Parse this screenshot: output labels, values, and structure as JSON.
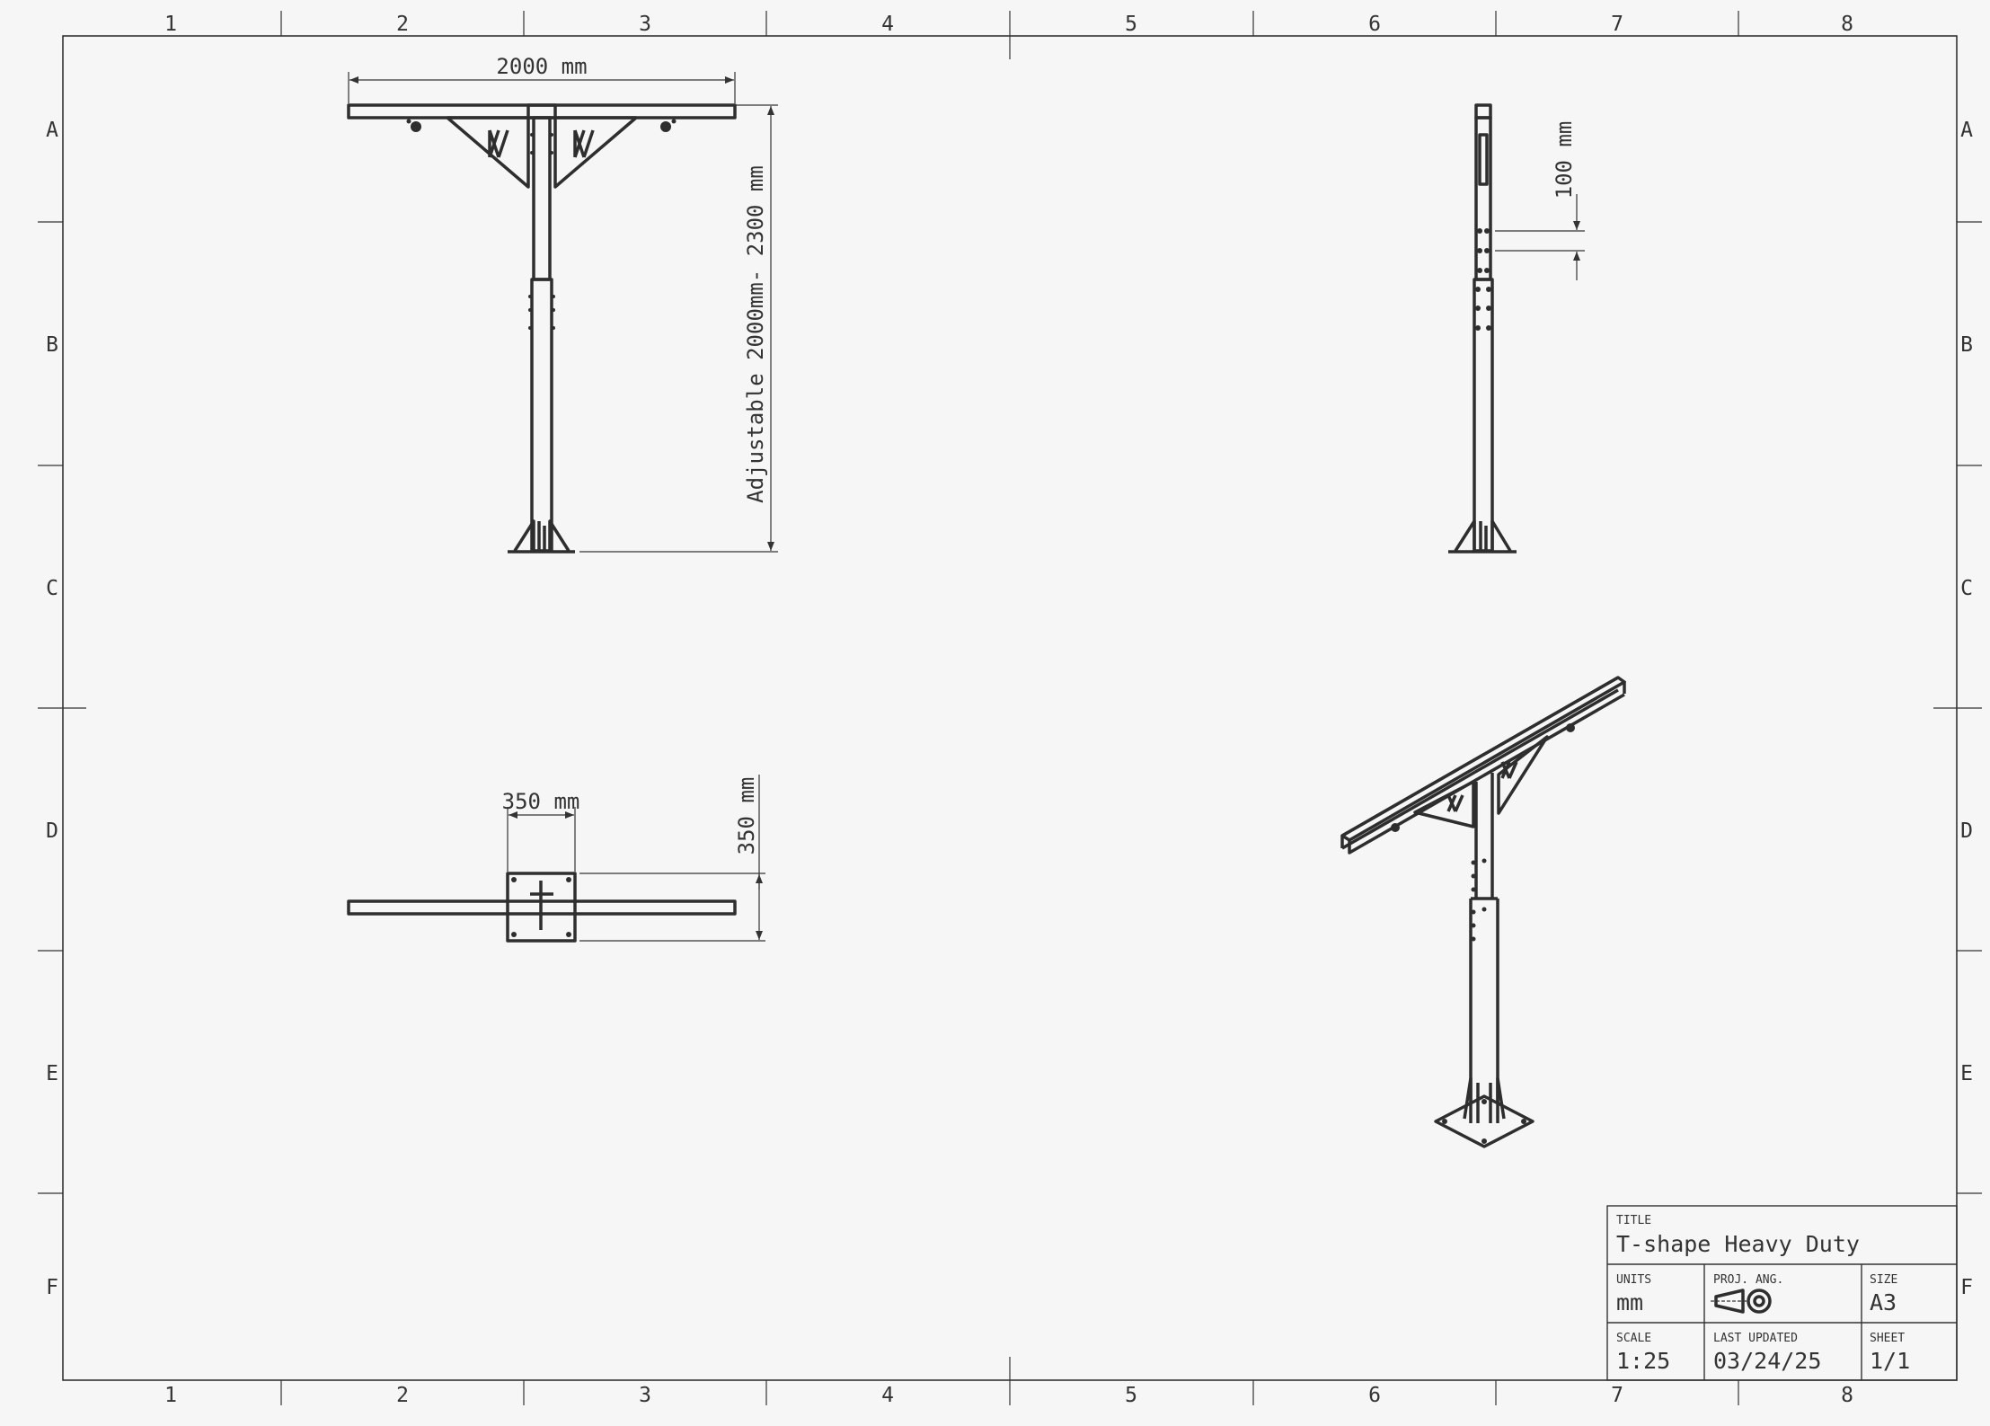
{
  "columns": [
    "1",
    "2",
    "3",
    "4",
    "5",
    "6",
    "7",
    "8"
  ],
  "rows": [
    "A",
    "B",
    "C",
    "D",
    "E",
    "F"
  ],
  "dimensions": {
    "front_width": "2000 mm",
    "height": "Adjustable 2000mm- 2300 mm",
    "hole_spacing": "100 mm",
    "plate_width": "350 mm",
    "plate_depth": "350 mm"
  },
  "title_block": {
    "title_label": "TITLE",
    "title": "T-shape Heavy Duty",
    "units_label": "UNITS",
    "units": "mm",
    "proj_label": "PROJ. ANG.",
    "size_label": "SIZE",
    "size": "A3",
    "scale_label": "SCALE",
    "scale": "1:25",
    "updated_label": "LAST UPDATED",
    "updated": "03/24/25",
    "sheet_label": "SHEET",
    "sheet": "1/1"
  },
  "colors": {
    "line": "#333333",
    "background": "#f6f6f6"
  }
}
